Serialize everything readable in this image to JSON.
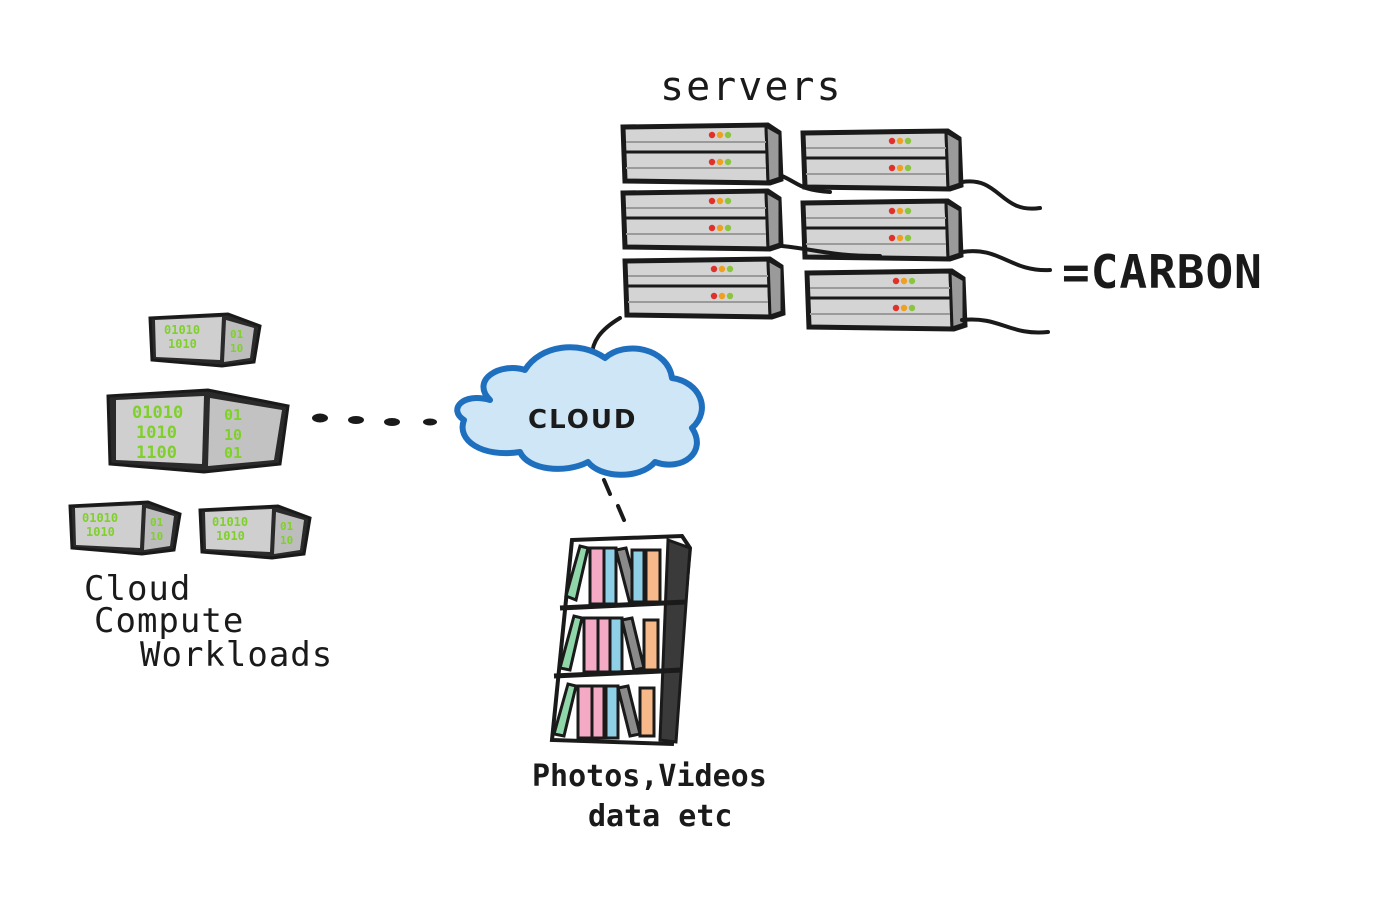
{
  "labels": {
    "servers": "servers",
    "carbon": "=CARBON",
    "cloud": "CLOUD",
    "compute_line1": "Cloud",
    "compute_line2": "Compute",
    "compute_line3": "Workloads",
    "storage_line1": "Photos,Videos",
    "storage_line2": "data etc"
  },
  "compute_bits": {
    "row1": "01010",
    "row2": "1010",
    "row3": "1100",
    "side1": "01",
    "side2": "10"
  },
  "colors": {
    "outline": "#1a1a1a",
    "server_face": "#cfcfcf",
    "server_shade": "#9d9d9d",
    "cloud_fill": "#cfe6f7",
    "cloud_stroke": "#1f6fbf",
    "bits_green": "#7fd12a",
    "led_red": "#e0302a",
    "led_orange": "#f0a020",
    "led_green": "#8bc53f",
    "book_green": "#8fd6a8",
    "book_pink": "#f4a9c4",
    "book_blue": "#8fd0e6",
    "book_orange": "#f7b98a",
    "book_gray": "#8a8a8a"
  }
}
